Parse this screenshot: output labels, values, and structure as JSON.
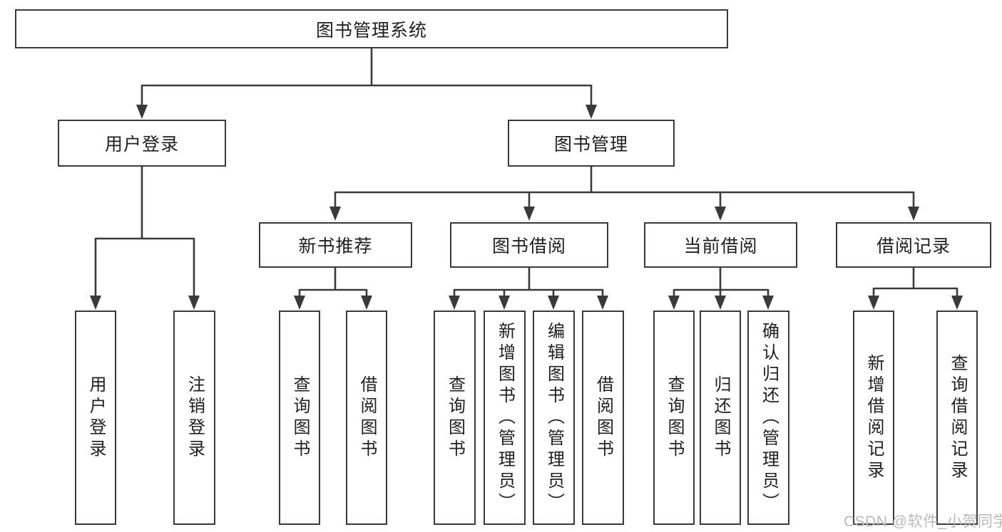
{
  "tree": {
    "label": "图书管理系统",
    "children": [
      {
        "label": "用户登录",
        "children": [
          {
            "label": "用户登录"
          },
          {
            "label": "注销登录"
          }
        ]
      },
      {
        "label": "图书管理",
        "children": [
          {
            "label": "新书推荐",
            "children": [
              {
                "label": "查询图书"
              },
              {
                "label": "借阅图书"
              }
            ]
          },
          {
            "label": "图书借阅",
            "children": [
              {
                "label": "查询图书"
              },
              {
                "label": "新增图书（管理员）"
              },
              {
                "label": "编辑图书（管理员）"
              },
              {
                "label": "借阅图书"
              }
            ]
          },
          {
            "label": "当前借阅",
            "children": [
              {
                "label": "查询图书"
              },
              {
                "label": "归还图书"
              },
              {
                "label": "确认归还（管理员）"
              }
            ]
          },
          {
            "label": "借阅记录",
            "children": [
              {
                "label": "新增借阅记录"
              },
              {
                "label": "查询借阅记录"
              }
            ]
          }
        ]
      }
    ]
  },
  "watermark": {
    "text": "CSDN @软件_小贺同学"
  },
  "colors": {
    "line": "#3a3a3a",
    "node_text": "#1f1f1f",
    "node_background": "#ffffff",
    "watermark_text": "#b9b9b9",
    "page_background": "#ffffff"
  }
}
